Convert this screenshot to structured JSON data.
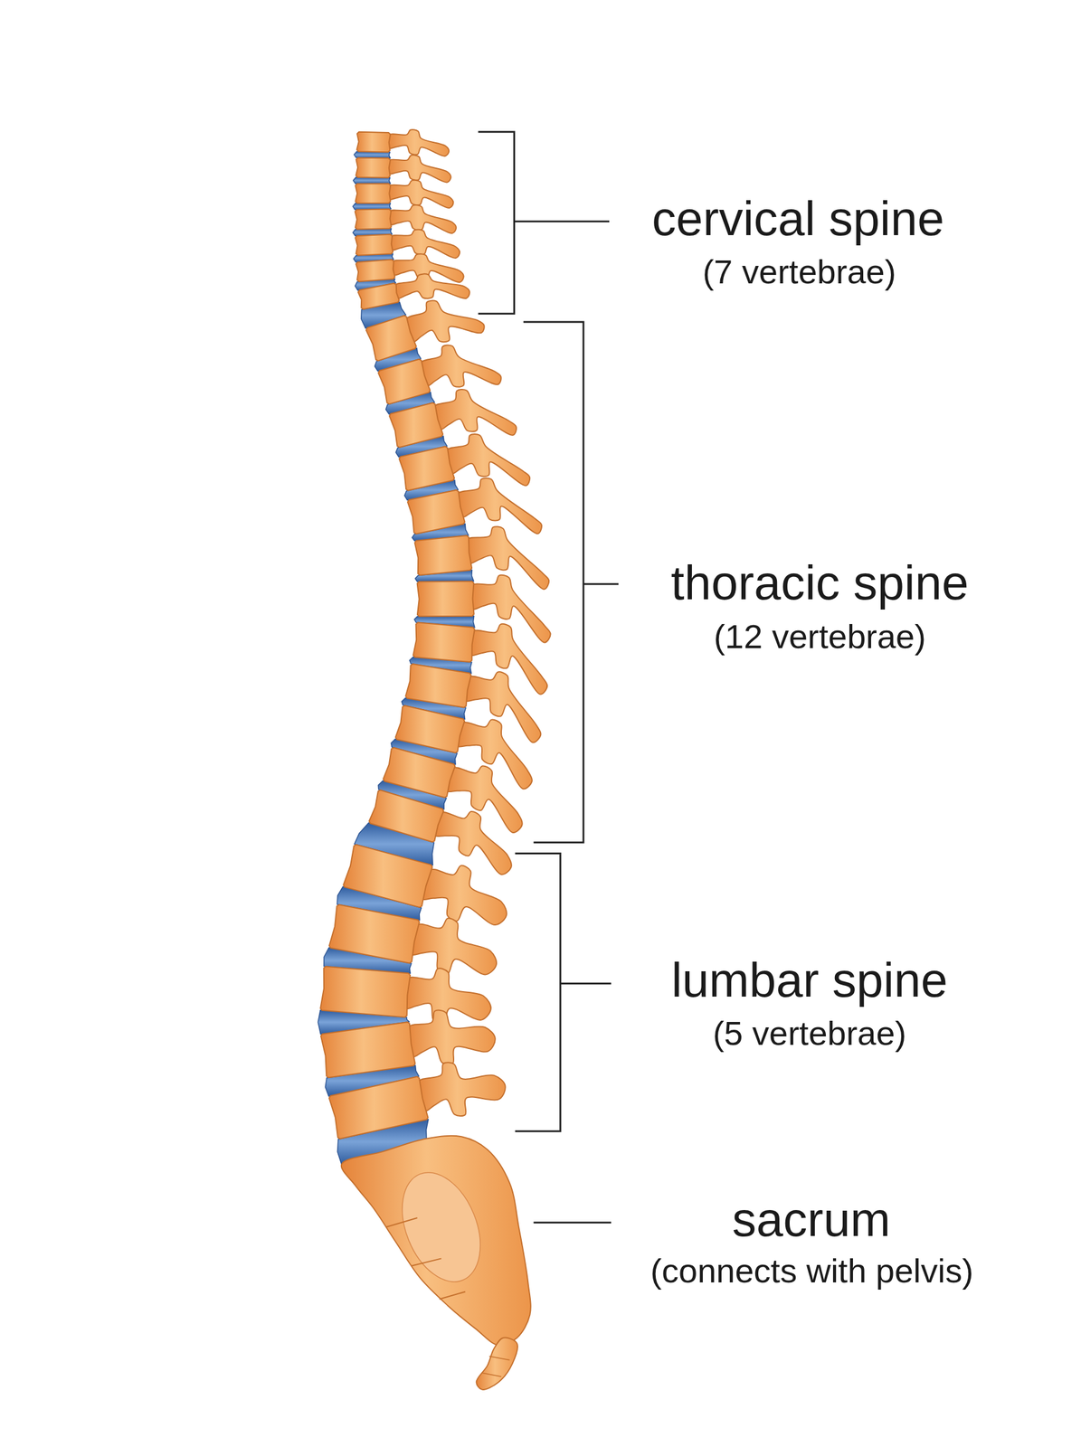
{
  "diagram": {
    "labels": [
      "cervical spine",
      "(7 vertebrae)",
      "thoracic spine",
      "(12 vertebrae)",
      "lumbar spine",
      "(5 vertebrae)",
      "sacrum",
      "(connects with pelvis)"
    ]
  }
}
